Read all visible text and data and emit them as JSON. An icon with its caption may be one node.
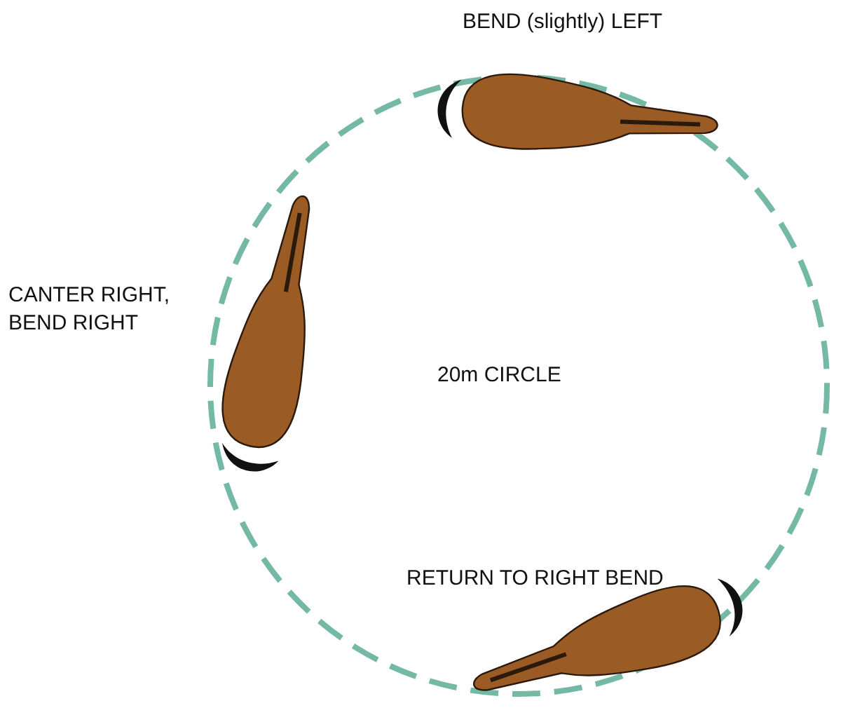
{
  "diagram": {
    "labels": [
      "BEND (slightly) LEFT",
      "CANTER RIGHT, BEND RIGHT",
      "20m CIRCLE",
      "RETURN TO RIGHT BEND"
    ]
  }
}
